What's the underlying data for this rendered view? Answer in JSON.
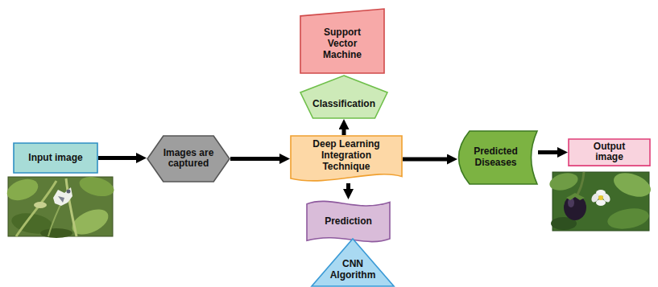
{
  "diagram": {
    "nodes": [
      {
        "text": [
          "Input image"
        ]
      },
      {
        "text": [
          "Images are captured"
        ]
      },
      {
        "text": [
          "Deep Learning Integration Technique"
        ]
      },
      {
        "text": [
          "Classification"
        ]
      },
      {
        "text": [
          "Support Vector Machine"
        ]
      },
      {
        "text": [
          "Prediction"
        ]
      },
      {
        "text": [
          "CNN Algorithm"
        ]
      },
      {
        "text": [
          "Predicted Diseases"
        ]
      },
      {
        "text": [
          "Output image"
        ]
      }
    ],
    "edges": [
      {
        "from": 0,
        "to": 1,
        "arrow": "to"
      },
      {
        "from": 1,
        "to": 2,
        "arrow": "to"
      },
      {
        "from": 2,
        "to": 3,
        "arrow": "to"
      },
      {
        "from": 2,
        "to": 5,
        "arrow": "to"
      },
      {
        "from": 2,
        "to": 7,
        "arrow": "to"
      },
      {
        "from": 7,
        "to": 8,
        "arrow": "to"
      }
    ]
  }
}
